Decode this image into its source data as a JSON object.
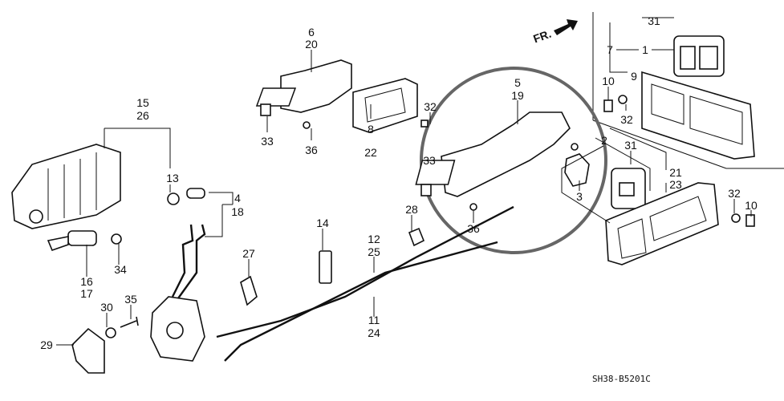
{
  "diagram": {
    "direction_label": "FR.",
    "diagram_code": "SH38-B5201C",
    "callouts": {
      "p6": "6",
      "p20": "20",
      "p15": "15",
      "p26": "26",
      "p13": "13",
      "p33a": "33",
      "p36a": "36",
      "p8": "8",
      "p22": "22",
      "p32a": "32",
      "p5": "5",
      "p19": "19",
      "p33b": "33",
      "p31a": "31",
      "p7": "7",
      "p1": "1",
      "p9": "9",
      "p10a": "10",
      "p32b": "32",
      "p2": "2",
      "p31b": "31",
      "p21": "21",
      "p23": "23",
      "p3": "3",
      "p36b": "36",
      "p4": "4",
      "p18": "18",
      "p14": "14",
      "p12": "12",
      "p25": "25",
      "p28": "28",
      "p27": "27",
      "p16": "16",
      "p17": "17",
      "p34": "34",
      "p35": "35",
      "p30": "30",
      "p29": "29",
      "p11": "11",
      "p24": "24",
      "p32c": "32",
      "p10b": "10"
    }
  }
}
